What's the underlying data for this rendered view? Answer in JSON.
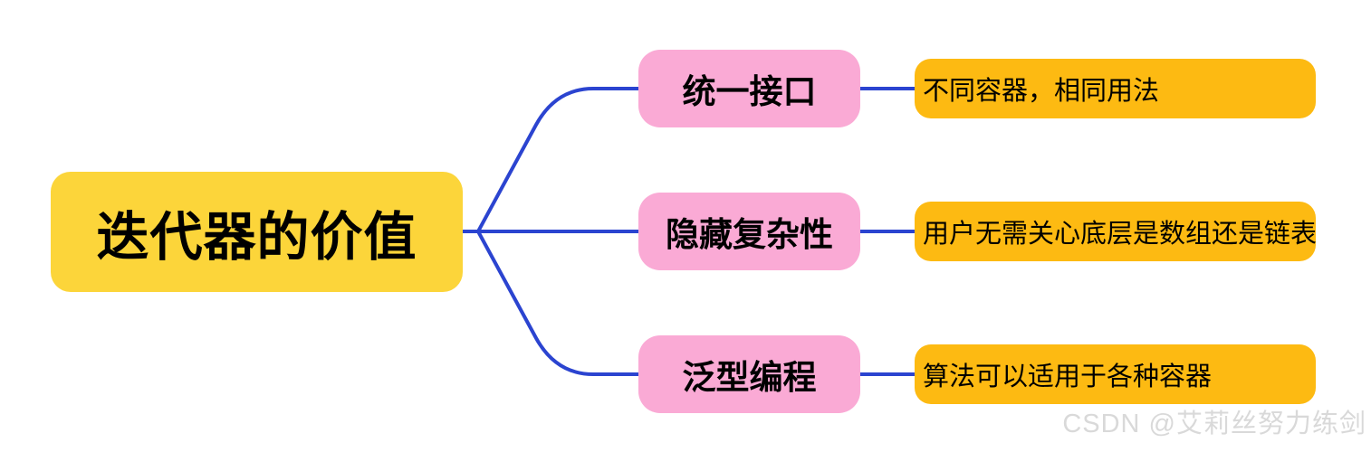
{
  "diagram": {
    "title_hint": "mind map about the value of iterators",
    "root": {
      "label": "迭代器的价值"
    },
    "branches": [
      {
        "label": "统一接口",
        "detail": "不同容器，相同用法"
      },
      {
        "label": "隐藏复杂性",
        "detail": "用户无需关心底层是数组还是链表"
      },
      {
        "label": "泛型编程",
        "detail": "算法可以适用于各种容器"
      }
    ]
  },
  "watermark": {
    "text": "CSDN @艾莉丝努力练剑"
  },
  "colors": {
    "root_bg": "#FCD53A",
    "branch_bg": "#FAAAD5",
    "detail_bg": "#FDBA12",
    "connector": "#2B44D0",
    "text": "#000000",
    "watermark": "#D9D9D9"
  }
}
